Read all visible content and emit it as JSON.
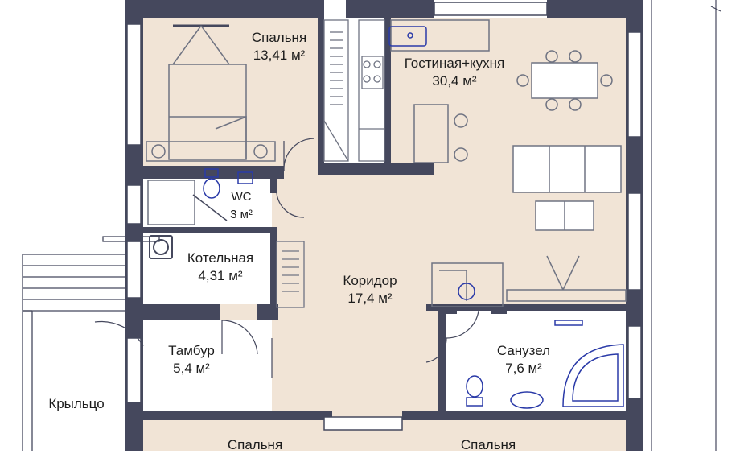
{
  "rooms": {
    "bedroom1": {
      "name": "Спальня",
      "area": "13,41 м²"
    },
    "living_kitchen": {
      "name": "Гостиная+кухня",
      "area": "30,4 м²"
    },
    "wc": {
      "name": "WC",
      "area": "3 м²"
    },
    "boiler": {
      "name": "Котельная",
      "area": "4,31 м²"
    },
    "corridor": {
      "name": "Коридор",
      "area": "17,4 м²"
    },
    "vestibule": {
      "name": "Тамбур",
      "area": "5,4 м²"
    },
    "bathroom": {
      "name": "Санузел",
      "area": "7,6 м²"
    },
    "porch": {
      "name": "Крыльцо"
    },
    "bedroom2": {
      "name": "Спальня"
    },
    "bedroom3": {
      "name": "Спальня"
    }
  },
  "colors": {
    "wall": "#45485d",
    "warm_floor": "#f1e4d6",
    "cool_floor": "#ffffff",
    "fixture": "#2a3aa8",
    "furniture": "#6f7382"
  },
  "icons": [
    "boiler-k-icon",
    "bed-icon",
    "dining-table-icon",
    "sofa-icon",
    "stove-icon",
    "sink-icon",
    "toilet-icon",
    "bathtub-icon",
    "washing-machine-icon",
    "shower-icon",
    "door-swing-icon",
    "radiator-icon",
    "tv-icon"
  ]
}
